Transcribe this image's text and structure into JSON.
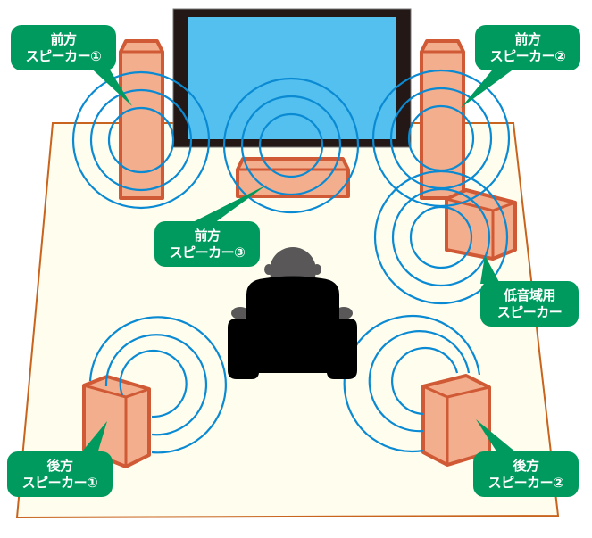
{
  "title": "Surround speaker placement diagram",
  "colors": {
    "floor_fill": "#fffdee",
    "floor_edge": "#c8641e",
    "tv_frame": "#231815",
    "tv_screen": "#53c0f0",
    "speaker_fill": "#f3ae8d",
    "speaker_edge": "#d05a35",
    "wave": "#0a8ad2",
    "callout": "#009a5e",
    "listener_head": "#595757",
    "listener_chair": "#000000"
  },
  "labels": {
    "front_left": {
      "line1": "前方",
      "line2": "スピーカー①"
    },
    "front_right": {
      "line1": "前方",
      "line2": "スピーカー②"
    },
    "center": {
      "line1": "前方",
      "line2": "スピーカー③"
    },
    "subwoofer": {
      "line1": "低音域用",
      "line2": "スピーカー"
    },
    "rear_left": {
      "line1": "後方",
      "line2": "スピーカー①"
    },
    "rear_right": {
      "line1": "後方",
      "line2": "スピーカー②"
    }
  }
}
